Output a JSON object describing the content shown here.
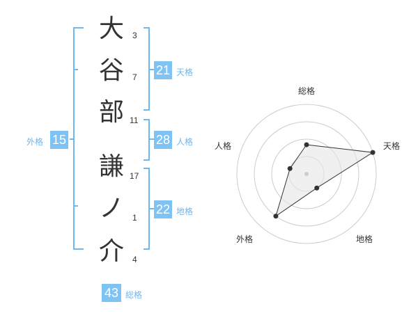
{
  "name_chars": [
    {
      "char": "大",
      "strokes": "3"
    },
    {
      "char": "谷",
      "strokes": "7"
    },
    {
      "char": "部",
      "strokes": "11"
    },
    {
      "char": "謙",
      "strokes": "17"
    },
    {
      "char": "ノ",
      "strokes": "1"
    },
    {
      "char": "介",
      "strokes": "4"
    }
  ],
  "fortunes": {
    "tenkaku": {
      "label": "天格",
      "value": "21"
    },
    "jinkaku": {
      "label": "人格",
      "value": "28"
    },
    "chikaku": {
      "label": "地格",
      "value": "22"
    },
    "gaikaku": {
      "label": "外格",
      "value": "15"
    },
    "soukaku": {
      "label": "総格",
      "value": "43"
    }
  },
  "radar": {
    "axes": [
      "総格",
      "天格",
      "地格",
      "外格",
      "人格"
    ],
    "values": [
      0.42,
      1.0,
      0.25,
      0.75,
      0.25
    ],
    "levels": 4,
    "colors": {
      "ring": "#cccccc",
      "fill": "#e6e6e6",
      "line": "#333333",
      "center": "#cccccc"
    }
  },
  "colors": {
    "accent": "#7fc3f5",
    "bracket": "#6fb7ef"
  }
}
